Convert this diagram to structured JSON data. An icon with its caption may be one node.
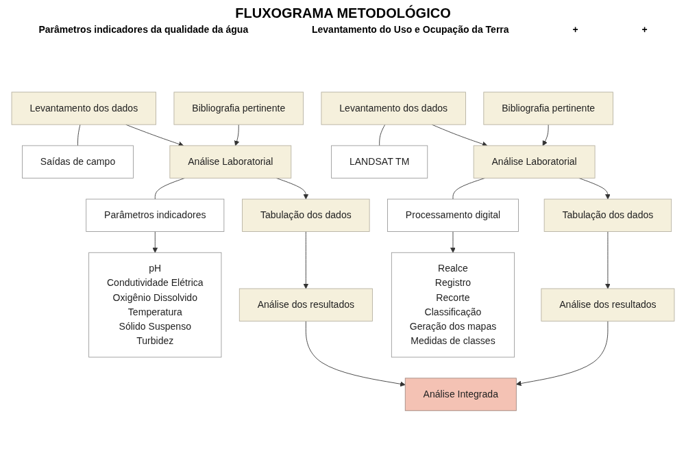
{
  "diagram": {
    "title": "FLUXOGRAMA METODOLÓGICO",
    "nodes": [
      {
        "text": [
          "Levantamento dos dados"
        ]
      },
      {
        "text": [
          "Bibliografia pertinente"
        ]
      },
      {
        "text": [
          "Saídas de campo"
        ]
      },
      {
        "text": [
          "Análise Laboratorial"
        ]
      },
      {
        "text": [
          "Parâmetros indicadores"
        ]
      },
      {
        "text": [
          "pH",
          "Condutividade Elétrica",
          "Oxigênio Dissolvido",
          "Temperatura",
          "Sólido Suspenso",
          "Turbidez"
        ]
      },
      {
        "text": [
          "Tabulação dos dados"
        ]
      },
      {
        "text": [
          "Análise dos resultados"
        ]
      },
      {
        "text": [
          "Levantamento dos dados"
        ]
      },
      {
        "text": [
          "Bibliografia pertinente"
        ]
      },
      {
        "text": [
          "LANDSAT TM"
        ]
      },
      {
        "text": [
          "Análise Laboratorial"
        ]
      },
      {
        "text": [
          "Tabulação dos dados"
        ]
      },
      {
        "text": [
          "Processamento digital"
        ]
      },
      {
        "text": [
          "Realce",
          "Registro",
          "Recorte",
          "Classificação",
          "Geração dos mapas",
          "Medidas de classes"
        ]
      },
      {
        "text": [
          "Análise dos resultados"
        ]
      },
      {
        "text": [
          "Análise Integrada"
        ]
      }
    ],
    "edges": [
      {
        "from": 0,
        "to": 2,
        "arrow": "none"
      },
      {
        "from": 0,
        "to": 3,
        "arrow": "to"
      },
      {
        "from": 1,
        "to": 3,
        "arrow": "to"
      },
      {
        "from": 3,
        "to": 4,
        "arrow": "none"
      },
      {
        "from": 4,
        "to": 5,
        "arrow": "to"
      },
      {
        "from": 3,
        "to": 6,
        "arrow": "to"
      },
      {
        "from": 6,
        "to": 7,
        "arrow": "to"
      },
      {
        "from": 7,
        "to": 16,
        "arrow": "to"
      },
      {
        "from": 8,
        "to": 10,
        "arrow": "none"
      },
      {
        "from": 8,
        "to": 11,
        "arrow": "to"
      },
      {
        "from": 9,
        "to": 11,
        "arrow": "to"
      },
      {
        "from": 11,
        "to": 12,
        "arrow": "to"
      },
      {
        "from": 11,
        "to": 13,
        "arrow": "none"
      },
      {
        "from": 13,
        "to": 14,
        "arrow": "to"
      },
      {
        "from": 12,
        "to": 15,
        "arrow": "to"
      },
      {
        "from": 15,
        "to": 16,
        "arrow": "to"
      }
    ],
    "labels": [
      "Parâmetros indicadores da qualidade da água",
      "Levantamento do Uso e Ocupação da Terra",
      "+",
      "+"
    ]
  }
}
